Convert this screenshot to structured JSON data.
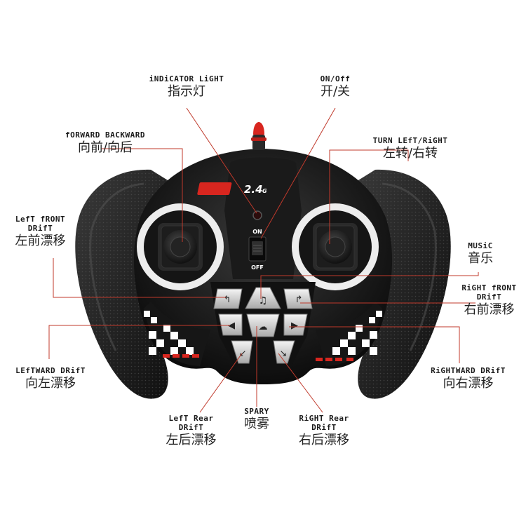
{
  "device": {
    "logo_main": "2.4",
    "logo_sub": "G",
    "switch_on": "ON",
    "switch_off": "OFF"
  },
  "labels": {
    "indicator": {
      "en": "iNDiCATOR LiGHT",
      "cn": "指示灯"
    },
    "onoff": {
      "en": "ON/Off",
      "cn": "开/关"
    },
    "forward_backward": {
      "en": "fORWARD BACKWARD",
      "cn": "向前/向后"
    },
    "turn": {
      "en": "TURN LEfT/RiGHT",
      "cn": "左转/右转"
    },
    "left_front_drift": {
      "en": "LefT fRONT DRifT",
      "cn": "左前漂移"
    },
    "music": {
      "en": "MUSiC",
      "cn": "音乐"
    },
    "right_front_drift": {
      "en": "RiGHT fRONT DRifT",
      "cn": "右前漂移"
    },
    "leftward_drift": {
      "en": "LEfTWARD DRifT",
      "cn": "向左漂移"
    },
    "rightward_drift": {
      "en": "RiGHTWARD DRifT",
      "cn": "向右漂移"
    },
    "left_rear_drift": {
      "en": "LefT Rear DRifT",
      "cn": "左后漂移"
    },
    "spray": {
      "en": "SPARY",
      "cn": "喷雾"
    },
    "right_rear_drift": {
      "en": "RiGHT Rear DRifT",
      "cn": "右后漂移"
    }
  },
  "colors": {
    "callout_line": "#c0392b",
    "body": "#1c1c1c",
    "accent_red": "#d8261f",
    "ring": "#f2f2f2"
  }
}
